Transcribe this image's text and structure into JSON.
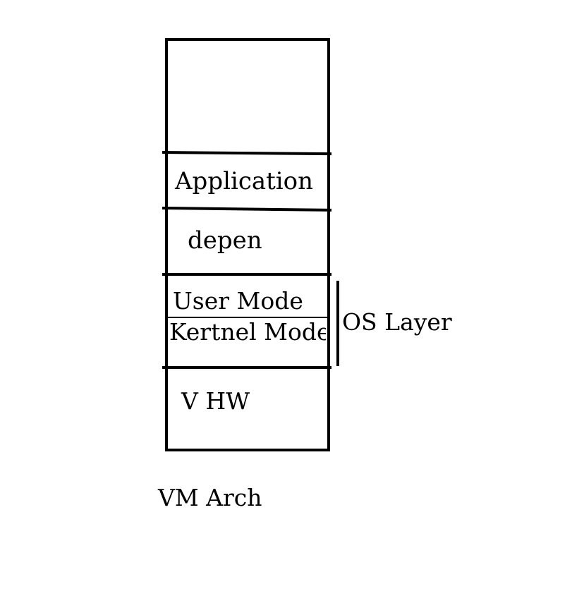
{
  "diagram": {
    "layers": {
      "top": "",
      "application": "Application",
      "depen": "depen",
      "user_mode": "User  Mode",
      "kernel_mode": "Kertnel  Mode",
      "v_hw": "V  HW"
    },
    "bracket_label": "OS  Layer",
    "caption": "VM  Arch"
  }
}
